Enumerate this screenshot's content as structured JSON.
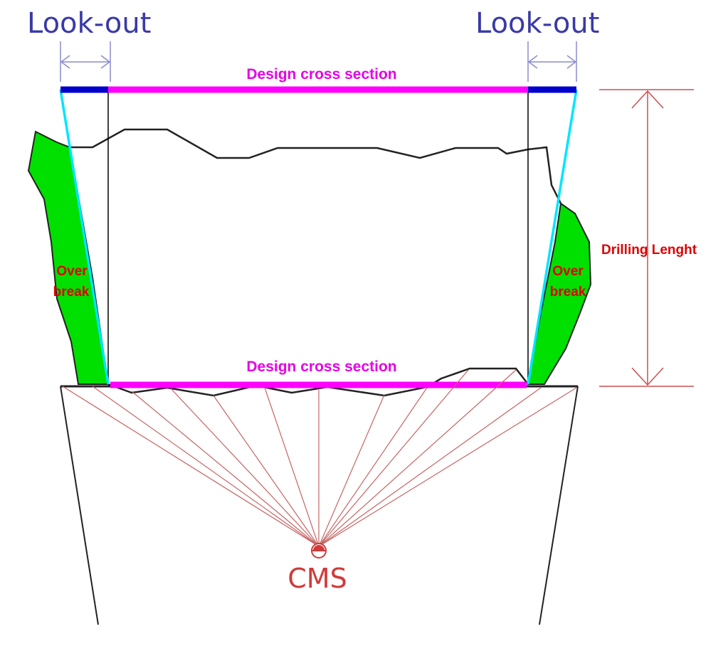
{
  "labels": {
    "lookout_left": "Look-out",
    "lookout_right": "Look-out",
    "design_top": "Design cross section",
    "design_bottom": "Design cross section",
    "drilling_length": "Drilling Lenght",
    "overbreak_left_line1": "Over",
    "overbreak_left_line2": "break",
    "overbreak_right_line1": "Over",
    "overbreak_right_line2": "break",
    "scanner": "CMS"
  },
  "colors": {
    "lookout_text": "#3a3aa8",
    "design_section": "#ff00ff",
    "lookout_bar": "#0000cc",
    "contour_line": "#00e5ff",
    "overbreak_fill": "#00e000",
    "dimension_lines": "#c85050",
    "annotation_red": "#e00000",
    "rock_profile": "#222222"
  }
}
